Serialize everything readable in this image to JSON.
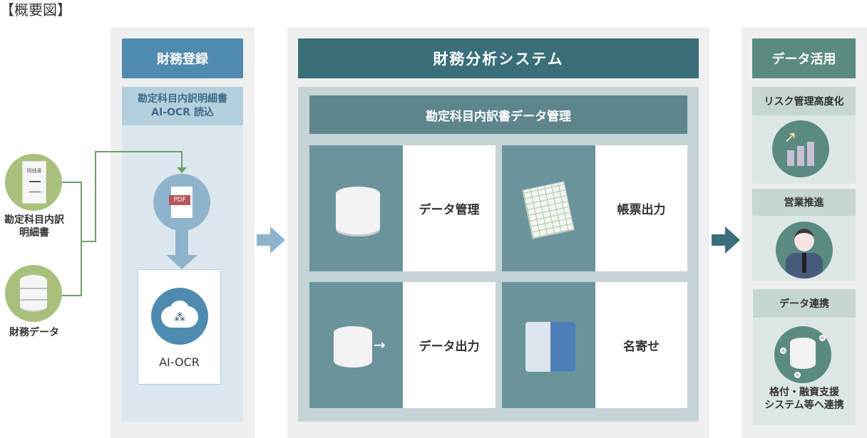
{
  "title": "【概要図】",
  "inputs": {
    "statement_label": "勘定科目内訳\n明細書",
    "statement_doc_text": "明細書",
    "financial_label": "財務データ"
  },
  "registration": {
    "header": "財務登録",
    "subheader_line1": "勘定科目内訳明細書",
    "subheader_line2": "AI-OCR 読込",
    "pdf_badge": "PDF",
    "ocr_label": "AI-OCR"
  },
  "analysis": {
    "header": "財務分析システム",
    "subheader": "勘定科目内訳書データ管理",
    "cards": [
      {
        "label": "データ管理"
      },
      {
        "label": "帳票出力"
      },
      {
        "label": "データ出力"
      },
      {
        "label": "名寄せ"
      }
    ]
  },
  "utilization": {
    "header": "データ活用",
    "sections": [
      {
        "label": "リスク管理高度化"
      },
      {
        "label": "営業推進"
      },
      {
        "label": "データ連携",
        "caption": "格付・融資支援\nシステム等へ連携"
      }
    ]
  },
  "colors": {
    "blue": "#4f8bb0",
    "teal": "#3a6e78",
    "green": "#a8c07c",
    "util": "#5a8a80"
  }
}
